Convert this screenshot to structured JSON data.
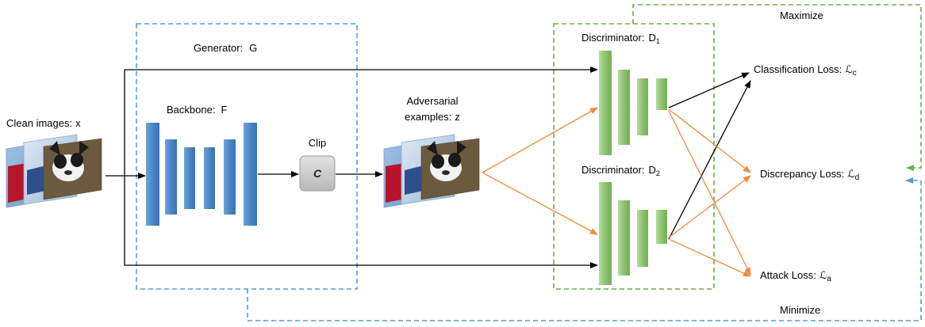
{
  "colors": {
    "generator_blue": "#4a86c8",
    "generator_border": "#5a9bd5",
    "discriminator_green": "#8dc26f",
    "discriminator_border": "#70ad47",
    "orange_arrow": "#f08a3c",
    "black_arrow": "#000000",
    "clip_gray": "#c8c8c8"
  },
  "labels": {
    "clean_images": "Clean images:",
    "clean_images_var": "x",
    "generator": "Generator:",
    "generator_var": "G",
    "backbone": "Backbone:",
    "backbone_var": "F",
    "clip": "Clip",
    "clip_symbol": "C",
    "adversarial_line1": "Adversarial",
    "adversarial_line2": "examples:",
    "adversarial_var": "z",
    "disc1": "Discriminator:",
    "disc1_var": "D",
    "disc1_sub": "1",
    "disc2": "Discriminator:",
    "disc2_var": "D",
    "disc2_sub": "2",
    "class_loss": "Classification Loss:",
    "class_loss_var": "ℒ",
    "class_loss_sub": "c",
    "disc_loss": "Discrepancy Loss:",
    "disc_loss_var": "ℒ",
    "disc_loss_sub": "d",
    "attack_loss": "Attack Loss:",
    "attack_loss_var": "ℒ",
    "attack_loss_sub": "a",
    "maximize": "Maximize",
    "minimize": "Minimize"
  },
  "icons": {
    "clean_images": "image-stack-icon",
    "adversarial_images": "image-stack-icon"
  }
}
